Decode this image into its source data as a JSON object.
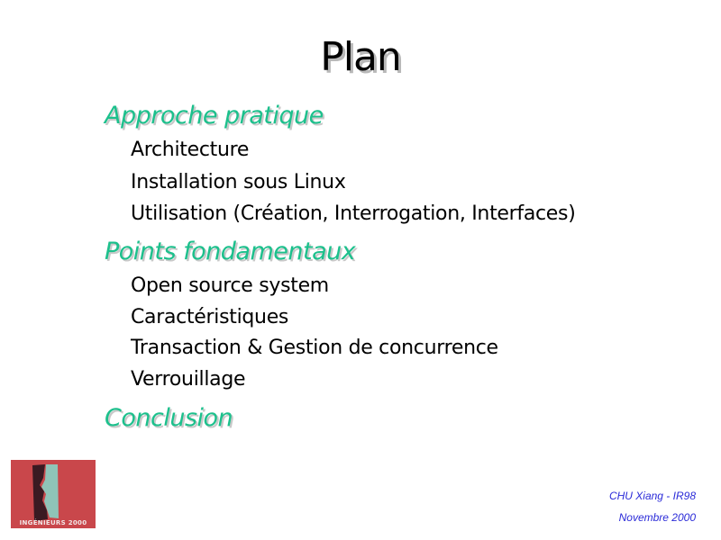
{
  "slide": {
    "title": "Plan",
    "sections": [
      {
        "heading": "Approche pratique",
        "items": [
          "Architecture",
          "Installation sous Linux",
          "Utilisation (Création, Interrogation, Interfaces)"
        ]
      },
      {
        "heading": "Points fondamentaux",
        "items": [
          "Open source system",
          "Caractéristiques",
          "Transaction & Gestion de concurrence",
          "Verrouillage"
        ]
      },
      {
        "heading": "Conclusion",
        "items": []
      }
    ],
    "logo_text": "INGÉNIEURS 2000",
    "footer": {
      "author": "CHU Xiang - IR98",
      "date": "Novembre 2000"
    }
  },
  "colors": {
    "heading": "#1cc08c",
    "footer": "#2b2bd8",
    "logo_bg": "#c9474b"
  }
}
